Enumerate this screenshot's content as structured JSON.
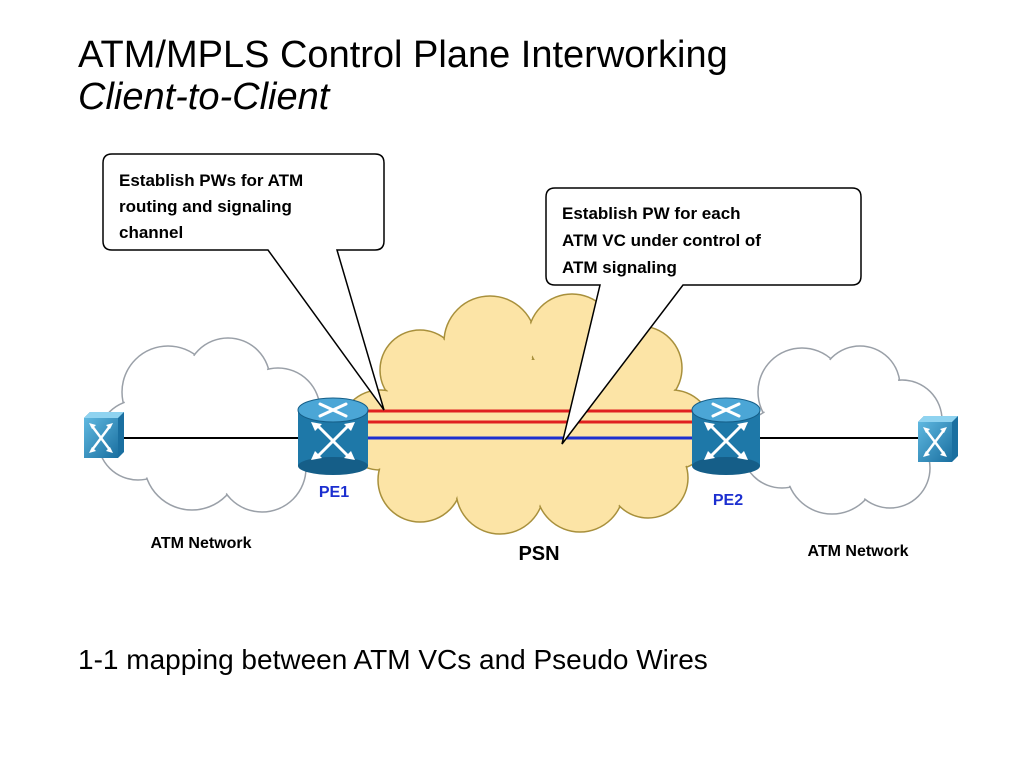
{
  "slide": {
    "title": "ATM/MPLS Control Plane Interworking",
    "subtitle": "Client-to-Client",
    "footer": "1-1 mapping between ATM VCs and Pseudo Wires"
  },
  "callouts": {
    "left": [
      "Establish PWs for ATM",
      "routing and signaling",
      "channel"
    ],
    "right": [
      "Establish PW for each",
      "ATM VC under control of",
      "ATM signaling"
    ]
  },
  "labels": {
    "pe1": "PE1",
    "pe2": "PE2",
    "psn": "PSN",
    "atm_left": "ATM Network",
    "atm_right": "ATM Network"
  },
  "colors": {
    "psn_cloud": "#FCE4A6",
    "psn_outline": "#A8903C",
    "atm_cloud_outline": "#9AA0A8",
    "router_blue": "#1E78A8",
    "pw_red": "#E02020",
    "pw_blue": "#1C2FD0",
    "pe_label": "#1C2FD0"
  },
  "icons": {
    "router": "router-icon",
    "atm_switch": "atm-switch-icon"
  }
}
